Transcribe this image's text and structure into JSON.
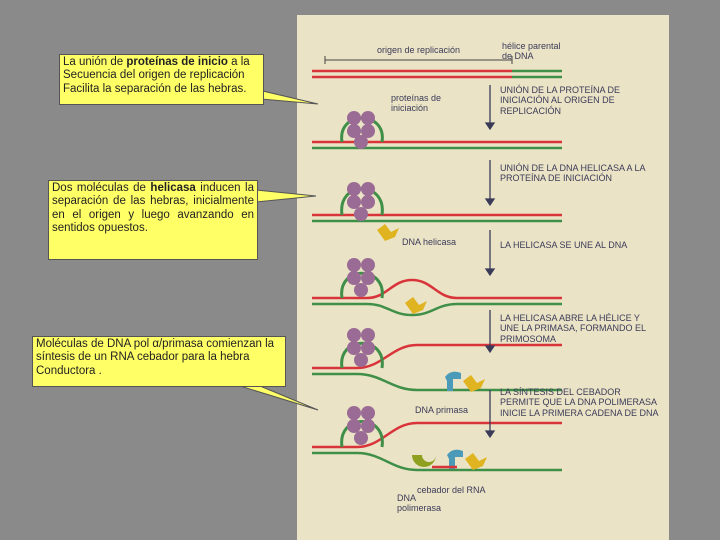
{
  "figure": {
    "top_labels": {
      "origin": "origen de replicación",
      "helicase_top": "hélice parental de DNA"
    },
    "side_labels": {
      "initiator_proteins": "proteínas de iniciación",
      "dna_helicase": "DNA helicasa",
      "dna_primase": "DNA primasa",
      "rna_primer": "cebador del RNA",
      "dna_polymerase": "DNA polimerasa"
    },
    "step_captions": [
      "UNIÓN DE LA PROTEÍNA DE INICIACIÓN AL ORIGEN DE REPLICACIÓN",
      "UNIÓN DE LA DNA HELICASA A LA PROTEÍNA DE INICIACIÓN",
      "LA HELICASA SE UNE AL DNA",
      "LA HELICASA ABRE LA HÉLICE Y UNE LA PRIMASA, FORMANDO EL PRIMOSOMA",
      "LA SÍNTESIS DEL CEBADOR PERMITE QUE LA DNA POLIMERASA INICIE LA PRIMERA CADENA DE DNA"
    ]
  },
  "annotations": {
    "box1": {
      "pre": "La unión de ",
      "bold": "proteínas de inicio",
      "post": " a la Secuencia del origen de replicación Facilita la separación de las hebras."
    },
    "box2": {
      "pre": "Dos moléculas de ",
      "bold": "helicasa",
      "post": " inducen la separación de las hebras, inicialmente en el origen y luego avanzando en sentidos opuestos."
    },
    "box3": {
      "text": "Moléculas de DNA pol α/primasa comienzan la síntesis de un RNA cebador para la hebra Conductora ."
    }
  },
  "colors": {
    "red_strand": "#d8343a",
    "green_strand": "#3f8f48",
    "protein": "#9a6b95",
    "helicase": "#e0b420",
    "primase": "#4a9ab8",
    "polymerase": "#8fa020",
    "callout": "#ffff66"
  }
}
